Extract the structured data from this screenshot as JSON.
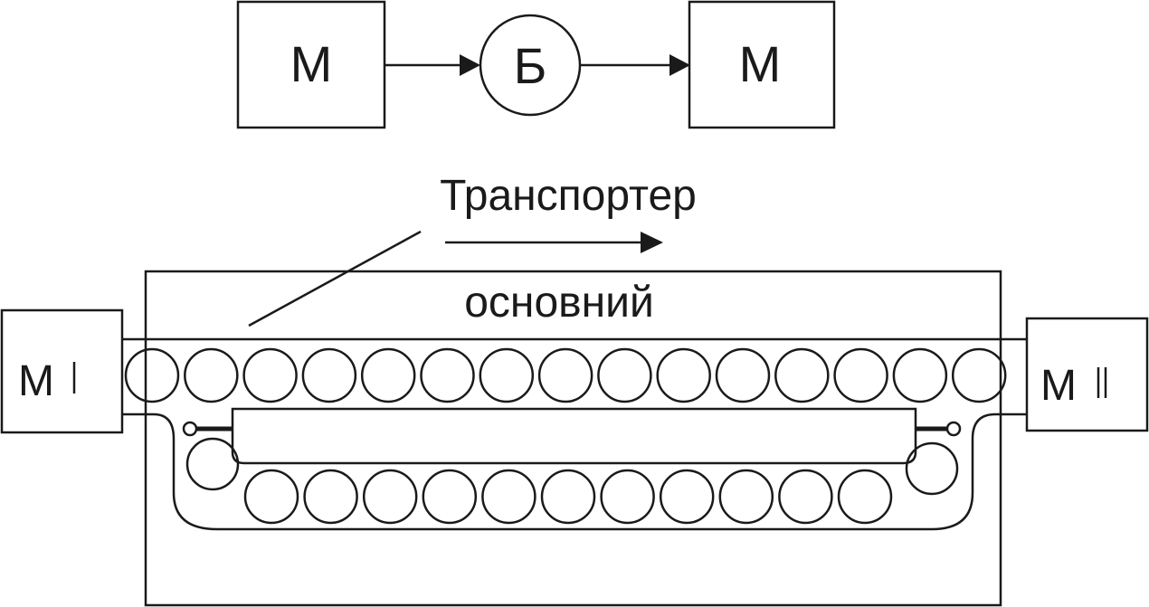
{
  "flow": {
    "left_box": "М",
    "circle": "Б",
    "right_box": "М"
  },
  "conveyor": {
    "title": "Транспортер",
    "main_label": "основний",
    "left_machine": "М",
    "right_machine": "М",
    "top_row_rollers": 15,
    "bottom_row_rollers": 11
  }
}
